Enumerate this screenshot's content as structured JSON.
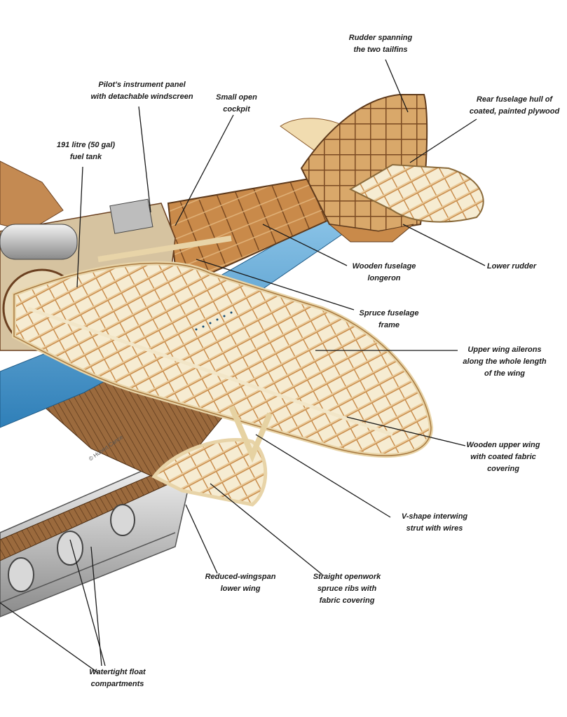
{
  "labels": {
    "rudder": "Rudder spanning\nthe two tailfins",
    "rear_hull": "Rear fuselage hull of\ncoated, painted plywood",
    "instrument_panel": "Pilot's instrument panel\nwith detachable windscreen",
    "cockpit": "Small open\ncockpit",
    "fuel_tank": "191 litre (50 gal)\nfuel tank",
    "longeron": "Wooden fuselage\nlongeron",
    "lower_rudder": "Lower rudder",
    "spruce_frame": "Spruce fuselage\nframe",
    "ailerons": "Upper wing ailerons\nalong the whole length\nof the wing",
    "upper_wing": "Wooden upper wing\nwith coated fabric\ncovering",
    "strut": "V-shape interwing\nstrut with wires",
    "lower_wing": "Reduced-wingspan\nlower wing",
    "ribs": "Straight openwork\nspruce ribs with\nfabric covering",
    "floats": "Watertight float\ncompartments"
  },
  "credit": "© Hubert Cance",
  "colors": {
    "wood": "#d9a86a",
    "wood_dark": "#8a5a2b",
    "cream": "#f1e3c1",
    "blue": "#4a9fd3",
    "silver": "#c9c9c9",
    "ink": "#1a1a1a"
  }
}
